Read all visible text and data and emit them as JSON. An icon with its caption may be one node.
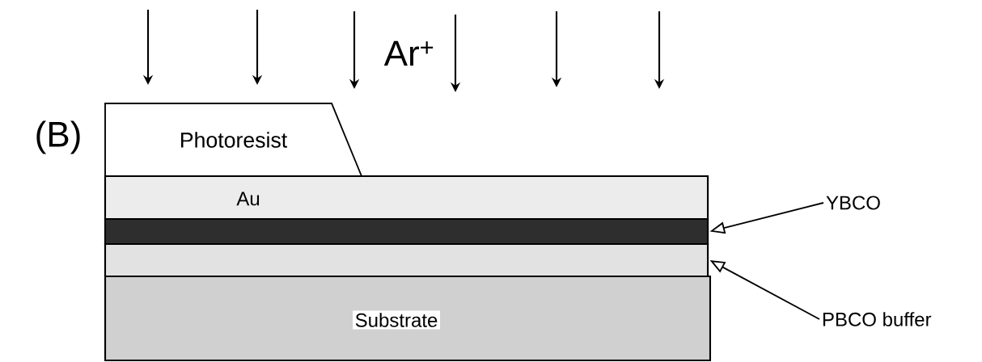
{
  "diagram": {
    "nodes": [
      {
        "text": [
          "Photoresist"
        ]
      },
      {
        "text": [
          "Au"
        ]
      },
      {
        "text": [],
        "shape": "band"
      },
      {
        "text": [],
        "shape": "band"
      },
      {
        "text": [
          "Substrate"
        ]
      },
      {
        "text": [
          "YBCO"
        ]
      },
      {
        "text": [
          "PBCO buffer"
        ]
      }
    ],
    "edges": [
      {
        "from": 5,
        "to": 2,
        "arrow": "to"
      },
      {
        "from": 6,
        "to": 3,
        "arrow": "to"
      }
    ],
    "labels": [
      "Ar$^{+}$",
      "(B)"
    ]
  }
}
